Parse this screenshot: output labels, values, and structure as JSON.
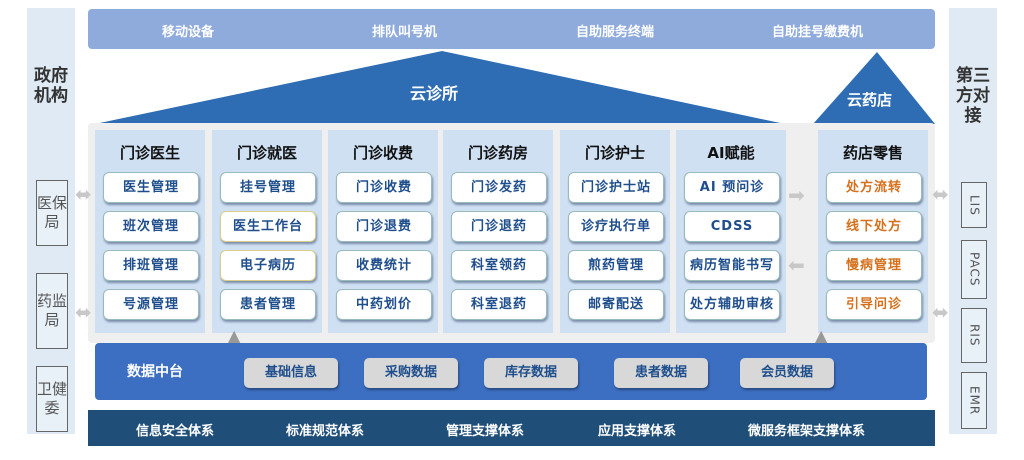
{
  "left_panel": {
    "title": "政府机构",
    "boxes": [
      "医保局",
      "药监局",
      "卫健委"
    ]
  },
  "right_panel": {
    "title": "第三方对接",
    "boxes": [
      "LIS",
      "PACS",
      "RIS",
      "EMR"
    ]
  },
  "top_bar": [
    "移动设备",
    "排队叫号机",
    "自助服务终端",
    "自助挂号缴费机"
  ],
  "cloud_clinic": "云诊所",
  "cloud_pharmacy": "云药店",
  "columns": [
    {
      "title": "门诊医生",
      "items": [
        "医生管理",
        "班次管理",
        "排班管理",
        "号源管理"
      ]
    },
    {
      "title": "门诊就医",
      "items": [
        "挂号管理",
        "医生工作台",
        "电子病历",
        "患者管理"
      ]
    },
    {
      "title": "门诊收费",
      "items": [
        "门诊收费",
        "门诊退费",
        "收费统计",
        "中药划价"
      ]
    },
    {
      "title": "门诊药房",
      "items": [
        "门诊发药",
        "门诊退药",
        "科室领药",
        "科室退药"
      ]
    },
    {
      "title": "门诊护士",
      "items": [
        "门诊护士站",
        "诊疗执行单",
        "煎药管理",
        "邮寄配送"
      ]
    },
    {
      "title": "AI赋能",
      "items": [
        "AI 预问诊",
        "CDSS",
        "病历智能书写",
        "处方辅助审核"
      ]
    }
  ],
  "pharmacy_column": {
    "title": "药店零售",
    "items": [
      "处方流转",
      "线下处方",
      "慢病管理",
      "引导问诊"
    ]
  },
  "data_platform": {
    "title": "数据中台",
    "chips": [
      "基础信息",
      "采购数据",
      "库存数据",
      "患者数据",
      "会员数据"
    ]
  },
  "bottom_bar": [
    "信息安全体系",
    "标准规范体系",
    "管理支撑体系",
    "应用支撑体系",
    "微服务框架支撑体系"
  ],
  "colors": {
    "top_bar": "#8fabdc",
    "triangle": "#2e6db4",
    "column": "#cfe0f3",
    "data_platform": "#3c6fc2",
    "bottom_bar": "#1f4e79",
    "orange_text": "#d5701c"
  }
}
